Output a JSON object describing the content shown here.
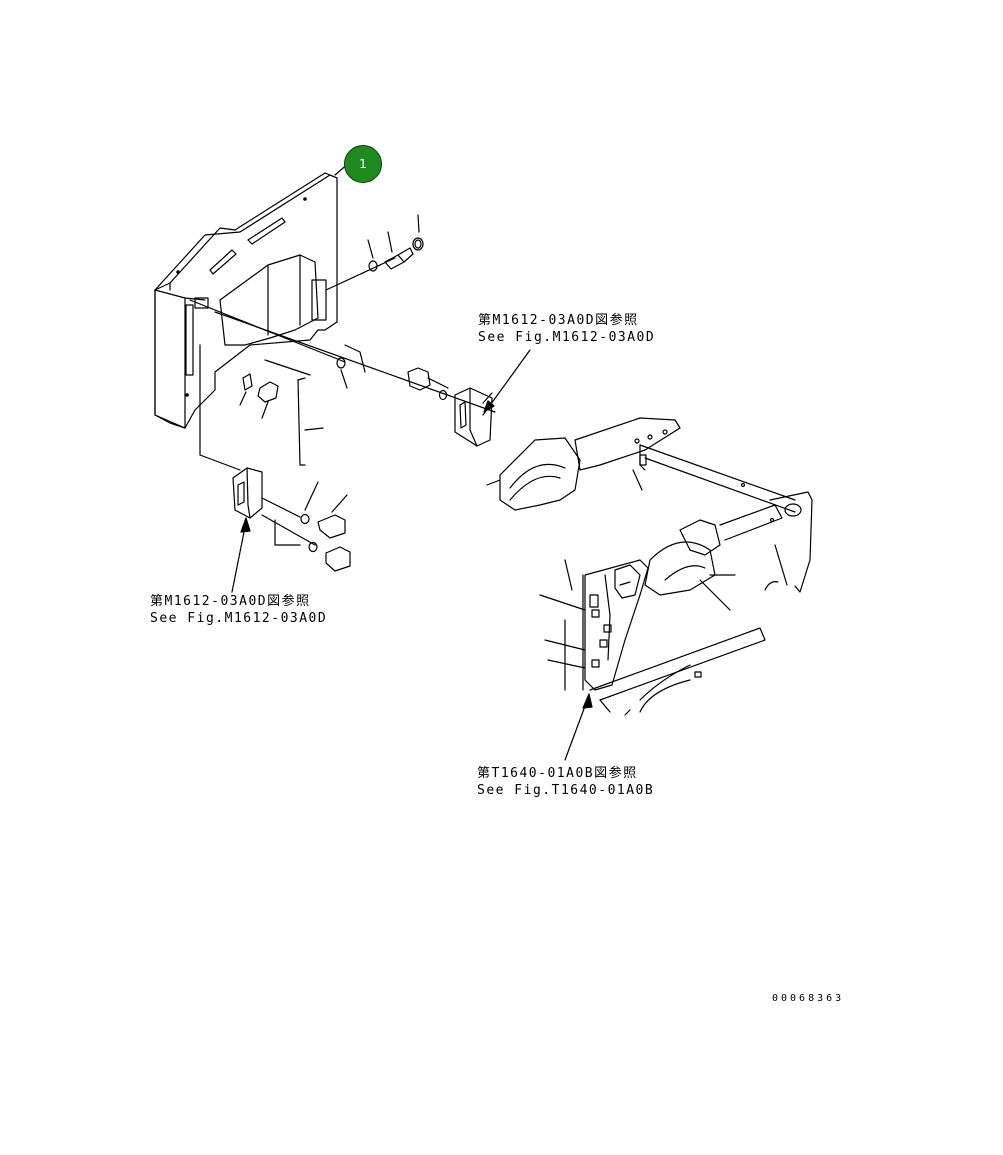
{
  "callouts": [
    {
      "number": "1"
    }
  ],
  "references": [
    {
      "ja": "第M1612-03A0D図参照",
      "en": "See Fig.M1612-03A0D"
    },
    {
      "ja": "第M1612-03A0D図参照",
      "en": "See Fig.M1612-03A0D"
    },
    {
      "ja": "第T1640-01A0B図参照",
      "en": "See Fig.T1640-01A0B"
    }
  ],
  "doc_number": "00068363",
  "colors": {
    "callout_fill": "#1f8a1f",
    "line": "#000000",
    "background": "#ffffff"
  }
}
